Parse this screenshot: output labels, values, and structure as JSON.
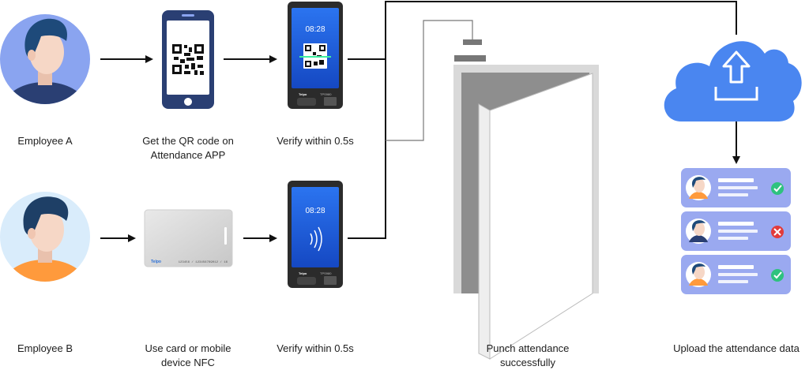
{
  "labels": {
    "employee_a": "Employee A",
    "employee_b": "Employee B",
    "qr_line1": "Get the QR code on",
    "qr_line2": "Attendance APP",
    "verify_a": "Verify within 0.5s",
    "verify_b": "Verify within 0.5s",
    "card_line1": "Use card or mobile",
    "card_line2": "device NFC",
    "punch_line1": "Punch attendance",
    "punch_line2": "successfully",
    "upload": "Upload the attendance data"
  },
  "device": {
    "time": "08:28",
    "brand": "Telpo",
    "model": "TPS980"
  },
  "card": {
    "brand": "Telpo",
    "number": "123456 / 123456789012 / 16"
  },
  "records": [
    {
      "status": "success",
      "icon": "check-icon"
    },
    {
      "status": "failed",
      "icon": "cross-icon"
    },
    {
      "status": "success",
      "icon": "check-icon"
    }
  ],
  "colors": {
    "blue": "#3f7ff0",
    "navy": "#2a3f73",
    "screen": "#1f5fd8",
    "card_panel": "#9aa9f0",
    "success": "#2ec27e",
    "fail": "#e23b3b",
    "skin": "#f6d7c6",
    "hair": "#1e4a7a",
    "shirt_a": "#2a3f73",
    "shirt_b": "#ff9a3c"
  }
}
